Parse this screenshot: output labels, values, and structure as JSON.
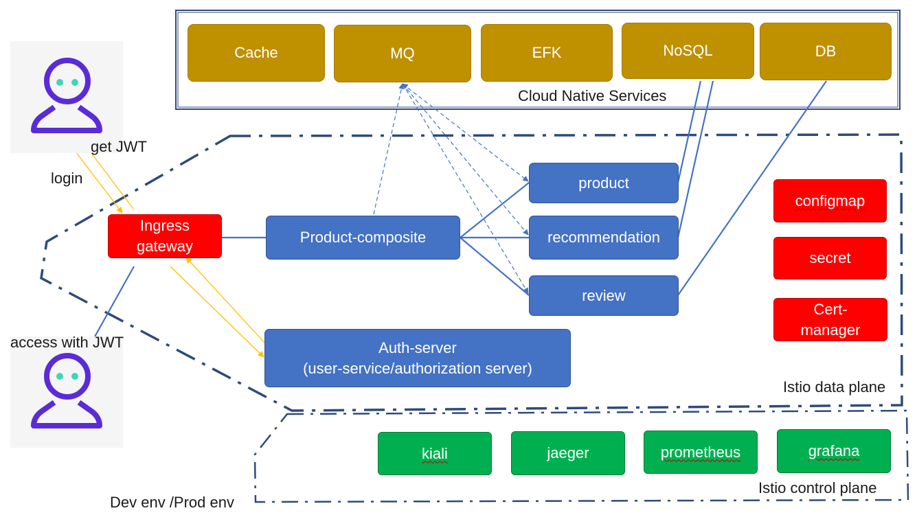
{
  "cloud_services": {
    "title": "Cloud Native Services",
    "items": [
      {
        "id": "cache",
        "label": "Cache"
      },
      {
        "id": "mq",
        "label": "MQ"
      },
      {
        "id": "efk",
        "label": "EFK"
      },
      {
        "id": "nosql",
        "label": "NoSQL"
      },
      {
        "id": "db",
        "label": "DB"
      }
    ]
  },
  "data_plane": {
    "title": "Istio data plane",
    "ingress": "Ingress\ngateway",
    "product_composite": "Product-composite",
    "services": [
      {
        "id": "product",
        "label": "product"
      },
      {
        "id": "recommendation",
        "label": "recommendation"
      },
      {
        "id": "review",
        "label": "review"
      }
    ],
    "auth_server": "Auth-server\n(user-service/authorization server)",
    "config": [
      {
        "id": "configmap",
        "label": "configmap"
      },
      {
        "id": "secret",
        "label": "secret"
      },
      {
        "id": "cert_manager",
        "label": "Cert-\nmanager"
      }
    ]
  },
  "control_plane": {
    "title": "Istio control plane",
    "tools": [
      {
        "id": "kiali",
        "label": "kiali"
      },
      {
        "id": "jaeger",
        "label": "jaeger"
      },
      {
        "id": "prometheus",
        "label": "prometheus"
      },
      {
        "id": "grafana",
        "label": "grafana"
      }
    ]
  },
  "users": {
    "get_jwt": "get JWT",
    "login": "login",
    "access_with_jwt": "access with JWT"
  },
  "environment": "Dev env /Prod env",
  "colors": {
    "service_gold": "#bf9000",
    "app_blue": "#4472c4",
    "config_red": "#ff0000",
    "tool_green": "#00b050",
    "boundary_navy": "#2f4a7a",
    "auth_flow_yellow": "#ffc000",
    "person_purple": "#5b2bd8",
    "person_eyes": "#3fd6b8"
  },
  "icons": [
    "user-icon",
    "user-icon"
  ]
}
